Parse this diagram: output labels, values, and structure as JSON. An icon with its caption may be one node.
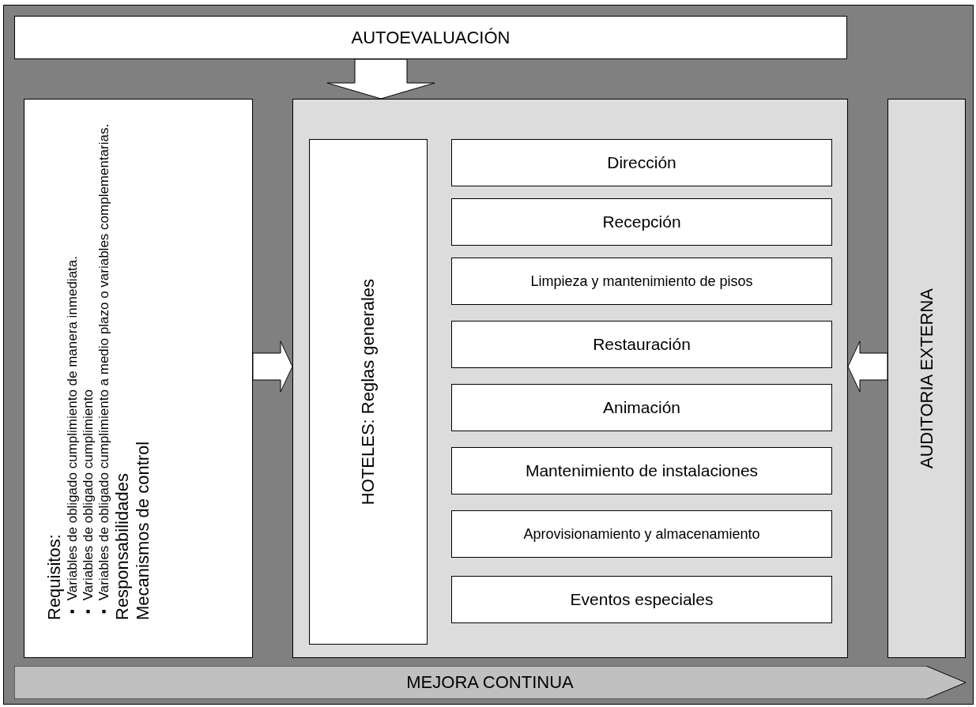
{
  "diagram": {
    "nodes": [
      {
        "text": [
          "AUTOEVALUACIÓN"
        ]
      },
      {
        "text": [
          "Requisitos:",
          "▪ Variables de obligado cumplimiento de manera inmediata.",
          "▪ Variables de obligado cumplimiento",
          "▪ Variables de obligado cumplimiento a medio plazo o variables complementarias.",
          "Responsabilidades",
          "Mecanismos de control"
        ]
      },
      {
        "text": [],
        "shape": "box"
      },
      {
        "text": [
          "HOTELES: Reglas generales"
        ],
        "in": 2
      },
      {
        "text": [
          "Dirección"
        ],
        "in": 2
      },
      {
        "text": [
          "Recepción"
        ],
        "in": 2
      },
      {
        "text": [
          "Limpieza y mantenimiento de pisos"
        ],
        "in": 2
      },
      {
        "text": [
          "Restauración"
        ],
        "in": 2
      },
      {
        "text": [
          "Animación"
        ],
        "in": 2
      },
      {
        "text": [
          "Mantenimiento de instalaciones"
        ],
        "in": 2
      },
      {
        "text": [
          "Aprovisionamiento y almacenamiento"
        ],
        "in": 2
      },
      {
        "text": [
          "Eventos especiales"
        ],
        "in": 2
      },
      {
        "text": [
          "AUDITORIA EXTERNA"
        ]
      },
      {
        "text": [
          "MEJORA CONTINUA"
        ]
      }
    ],
    "edges": [
      {
        "from": 0,
        "to": 2,
        "arrow": "to"
      },
      {
        "from": 1,
        "to": 2,
        "arrow": "to"
      },
      {
        "from": 12,
        "to": 2,
        "arrow": "to"
      }
    ]
  }
}
